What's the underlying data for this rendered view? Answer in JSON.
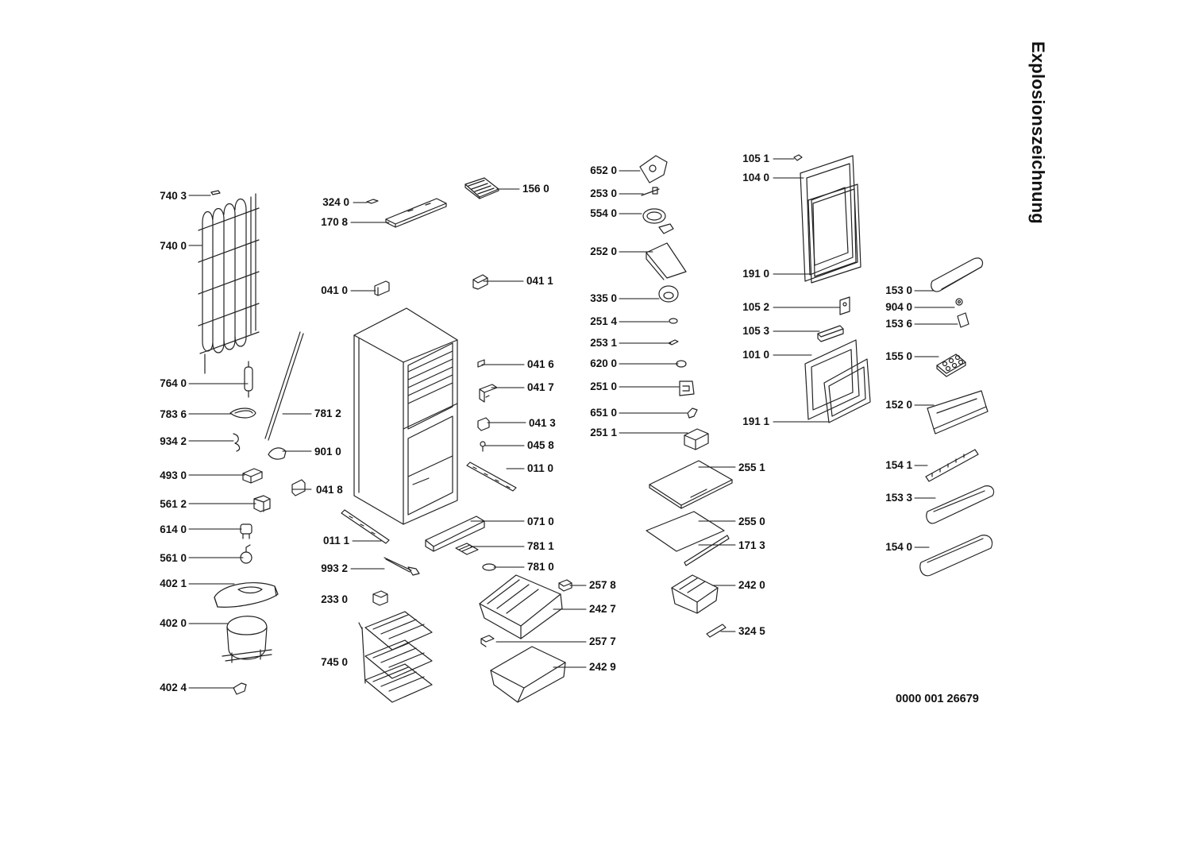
{
  "title": "Explosionszeichnung",
  "document_number": "0000 001 26679",
  "parts": [
    {
      "id": "p7403",
      "label": "740 3"
    },
    {
      "id": "p7400",
      "label": "740 0"
    },
    {
      "id": "p7640",
      "label": "764 0"
    },
    {
      "id": "p7836",
      "label": "783 6"
    },
    {
      "id": "p9342",
      "label": "934 2"
    },
    {
      "id": "p4930",
      "label": "493 0"
    },
    {
      "id": "p5612",
      "label": "561 2"
    },
    {
      "id": "p6140",
      "label": "614 0"
    },
    {
      "id": "p5610",
      "label": "561 0"
    },
    {
      "id": "p4021",
      "label": "402 1"
    },
    {
      "id": "p4020",
      "label": "402 0"
    },
    {
      "id": "p4024",
      "label": "402 4"
    },
    {
      "id": "p3240",
      "label": "324 0"
    },
    {
      "id": "p1708",
      "label": "170 8"
    },
    {
      "id": "p1560",
      "label": "156 0"
    },
    {
      "id": "p0410",
      "label": "041 0"
    },
    {
      "id": "p0411",
      "label": "041 1"
    },
    {
      "id": "p0416",
      "label": "041 6"
    },
    {
      "id": "p0417",
      "label": "041 7"
    },
    {
      "id": "p0413",
      "label": "041 3"
    },
    {
      "id": "p0458",
      "label": "045 8"
    },
    {
      "id": "p0110",
      "label": "011 0"
    },
    {
      "id": "p7812",
      "label": "781 2"
    },
    {
      "id": "p9010",
      "label": "901 0"
    },
    {
      "id": "p0418",
      "label": "041 8"
    },
    {
      "id": "p0710",
      "label": "071 0"
    },
    {
      "id": "p0111",
      "label": "011 1"
    },
    {
      "id": "p7811",
      "label": "781 1"
    },
    {
      "id": "p9932",
      "label": "993 2"
    },
    {
      "id": "p7810",
      "label": "781 0"
    },
    {
      "id": "p2330",
      "label": "233 0"
    },
    {
      "id": "p2578",
      "label": "257 8"
    },
    {
      "id": "p2427",
      "label": "242 7"
    },
    {
      "id": "p2577",
      "label": "257 7"
    },
    {
      "id": "p7450",
      "label": "745 0"
    },
    {
      "id": "p2429",
      "label": "242 9"
    },
    {
      "id": "p6520",
      "label": "652 0"
    },
    {
      "id": "p2530",
      "label": "253 0"
    },
    {
      "id": "p5540",
      "label": "554 0"
    },
    {
      "id": "p2520",
      "label": "252 0"
    },
    {
      "id": "p3350",
      "label": "335 0"
    },
    {
      "id": "p2514",
      "label": "251 4"
    },
    {
      "id": "p2531",
      "label": "253 1"
    },
    {
      "id": "p6200",
      "label": "620 0"
    },
    {
      "id": "p2510",
      "label": "251 0"
    },
    {
      "id": "p6510",
      "label": "651 0"
    },
    {
      "id": "p2511",
      "label": "251 1"
    },
    {
      "id": "p2551",
      "label": "255 1"
    },
    {
      "id": "p2550",
      "label": "255 0"
    },
    {
      "id": "p1713",
      "label": "171 3"
    },
    {
      "id": "p2420",
      "label": "242 0"
    },
    {
      "id": "p3245",
      "label": "324 5"
    },
    {
      "id": "p1051",
      "label": "105 1"
    },
    {
      "id": "p1040",
      "label": "104 0"
    },
    {
      "id": "p1910",
      "label": "191 0"
    },
    {
      "id": "p1052",
      "label": "105 2"
    },
    {
      "id": "p1053",
      "label": "105 3"
    },
    {
      "id": "p1010",
      "label": "101 0"
    },
    {
      "id": "p1911",
      "label": "191 1"
    },
    {
      "id": "p1530",
      "label": "153 0"
    },
    {
      "id": "p9040",
      "label": "904 0"
    },
    {
      "id": "p1536",
      "label": "153 6"
    },
    {
      "id": "p1550",
      "label": "155 0"
    },
    {
      "id": "p1520",
      "label": "152 0"
    },
    {
      "id": "p1541",
      "label": "154 1"
    },
    {
      "id": "p1533",
      "label": "153 3"
    },
    {
      "id": "p1540",
      "label": "154 0"
    }
  ]
}
